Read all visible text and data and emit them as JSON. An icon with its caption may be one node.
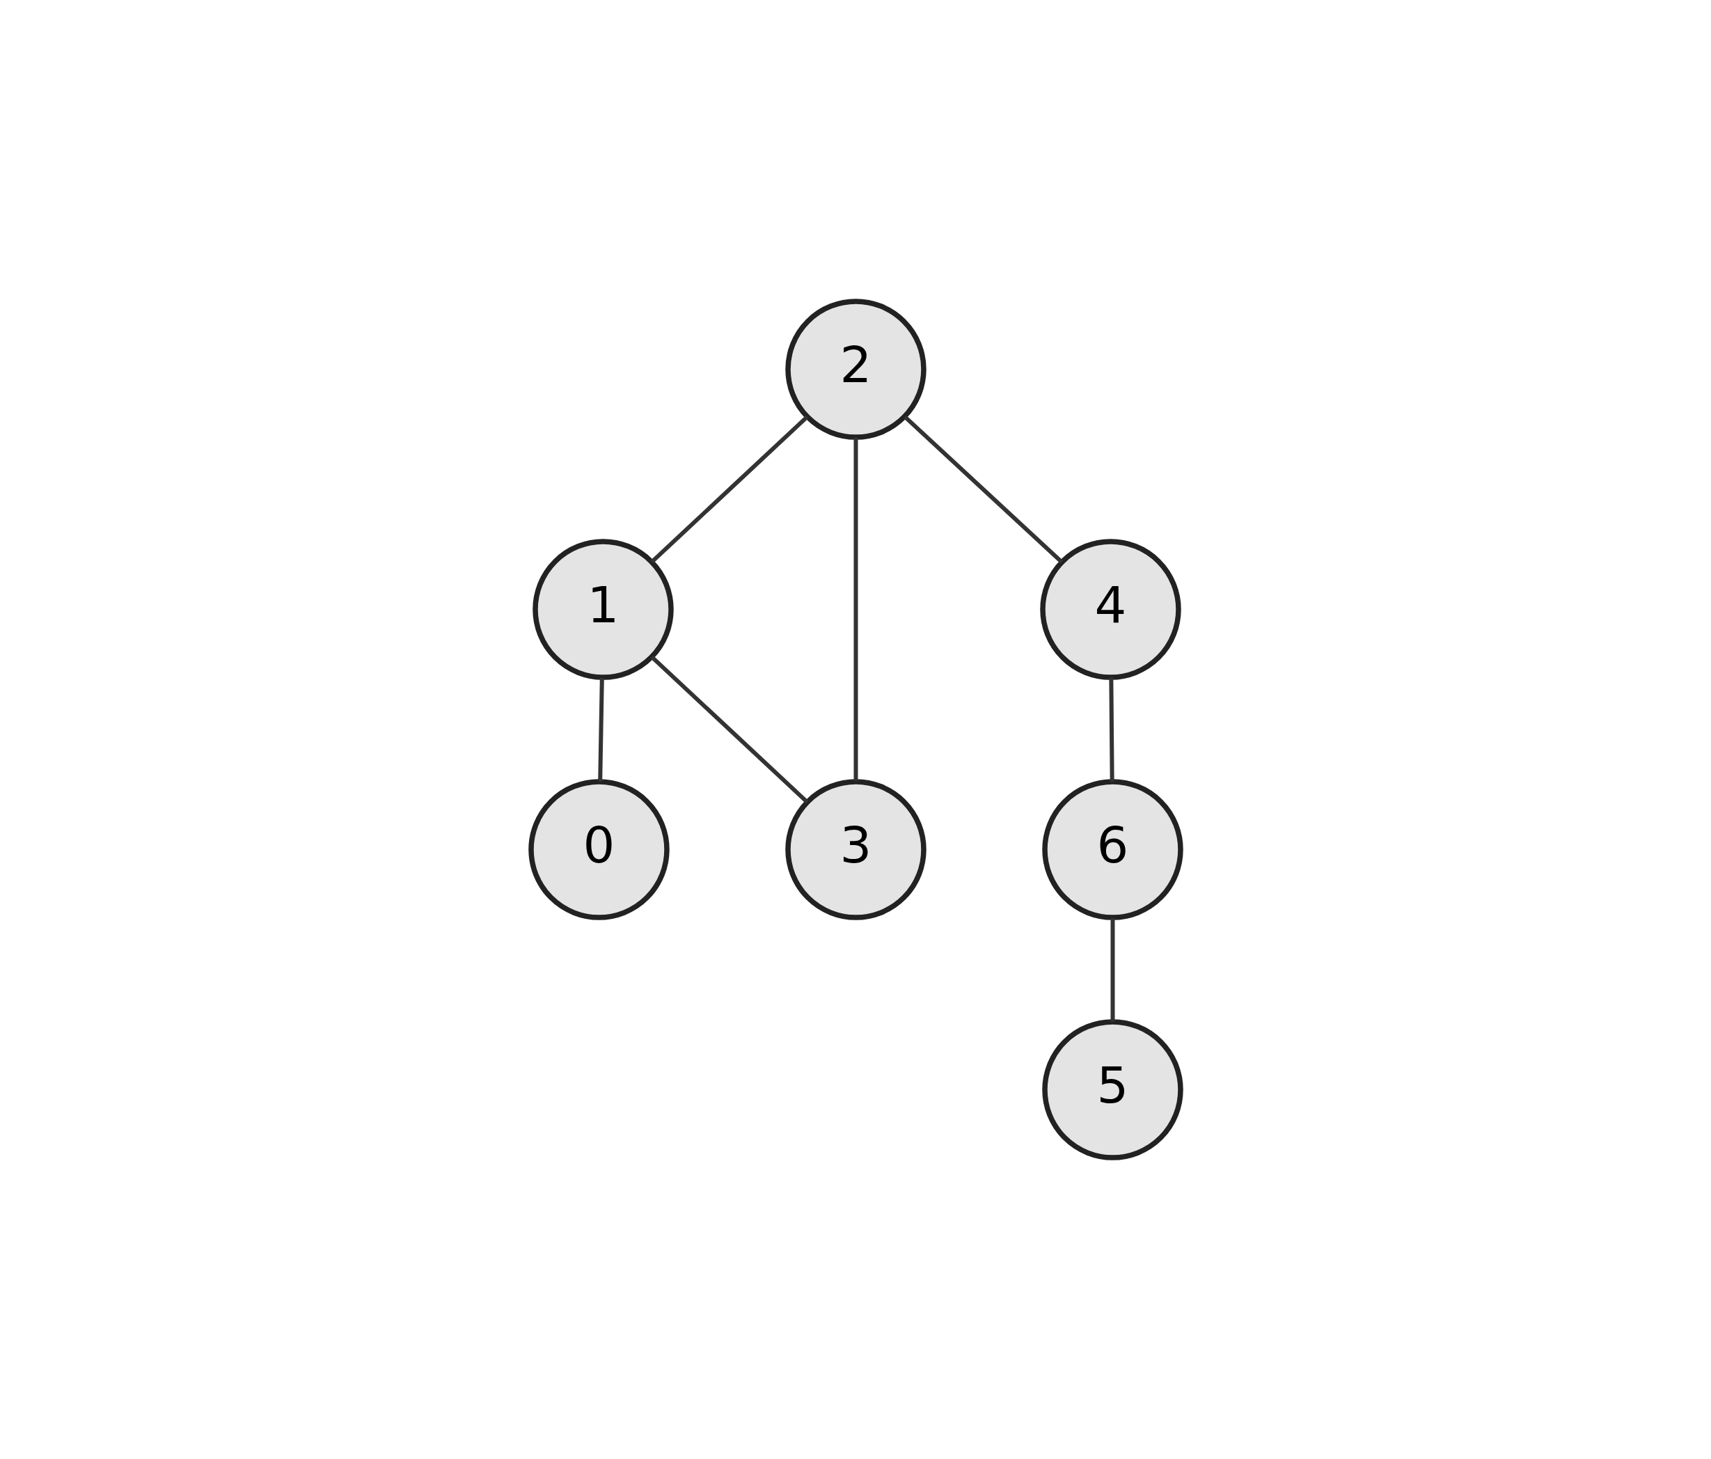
{
  "diagram": {
    "nodes": [
      {
        "text": [
          "2"
        ]
      },
      {
        "text": [
          "1"
        ]
      },
      {
        "text": [
          "4"
        ]
      },
      {
        "text": [
          "3"
        ]
      },
      {
        "text": [
          "5"
        ]
      },
      {
        "text": [
          "0"
        ]
      },
      {
        "text": [
          "6"
        ]
      }
    ],
    "edges": [
      {
        "from": 0,
        "to": 1,
        "arrow": "none"
      },
      {
        "from": 0,
        "to": 3,
        "arrow": "none"
      },
      {
        "from": 0,
        "to": 2,
        "arrow": "none"
      },
      {
        "from": 1,
        "to": 3,
        "arrow": "none"
      },
      {
        "from": 1,
        "to": 5,
        "arrow": "none"
      },
      {
        "from": 2,
        "to": 6,
        "arrow": "none"
      },
      {
        "from": 6,
        "to": 4,
        "arrow": "none"
      }
    ]
  }
}
